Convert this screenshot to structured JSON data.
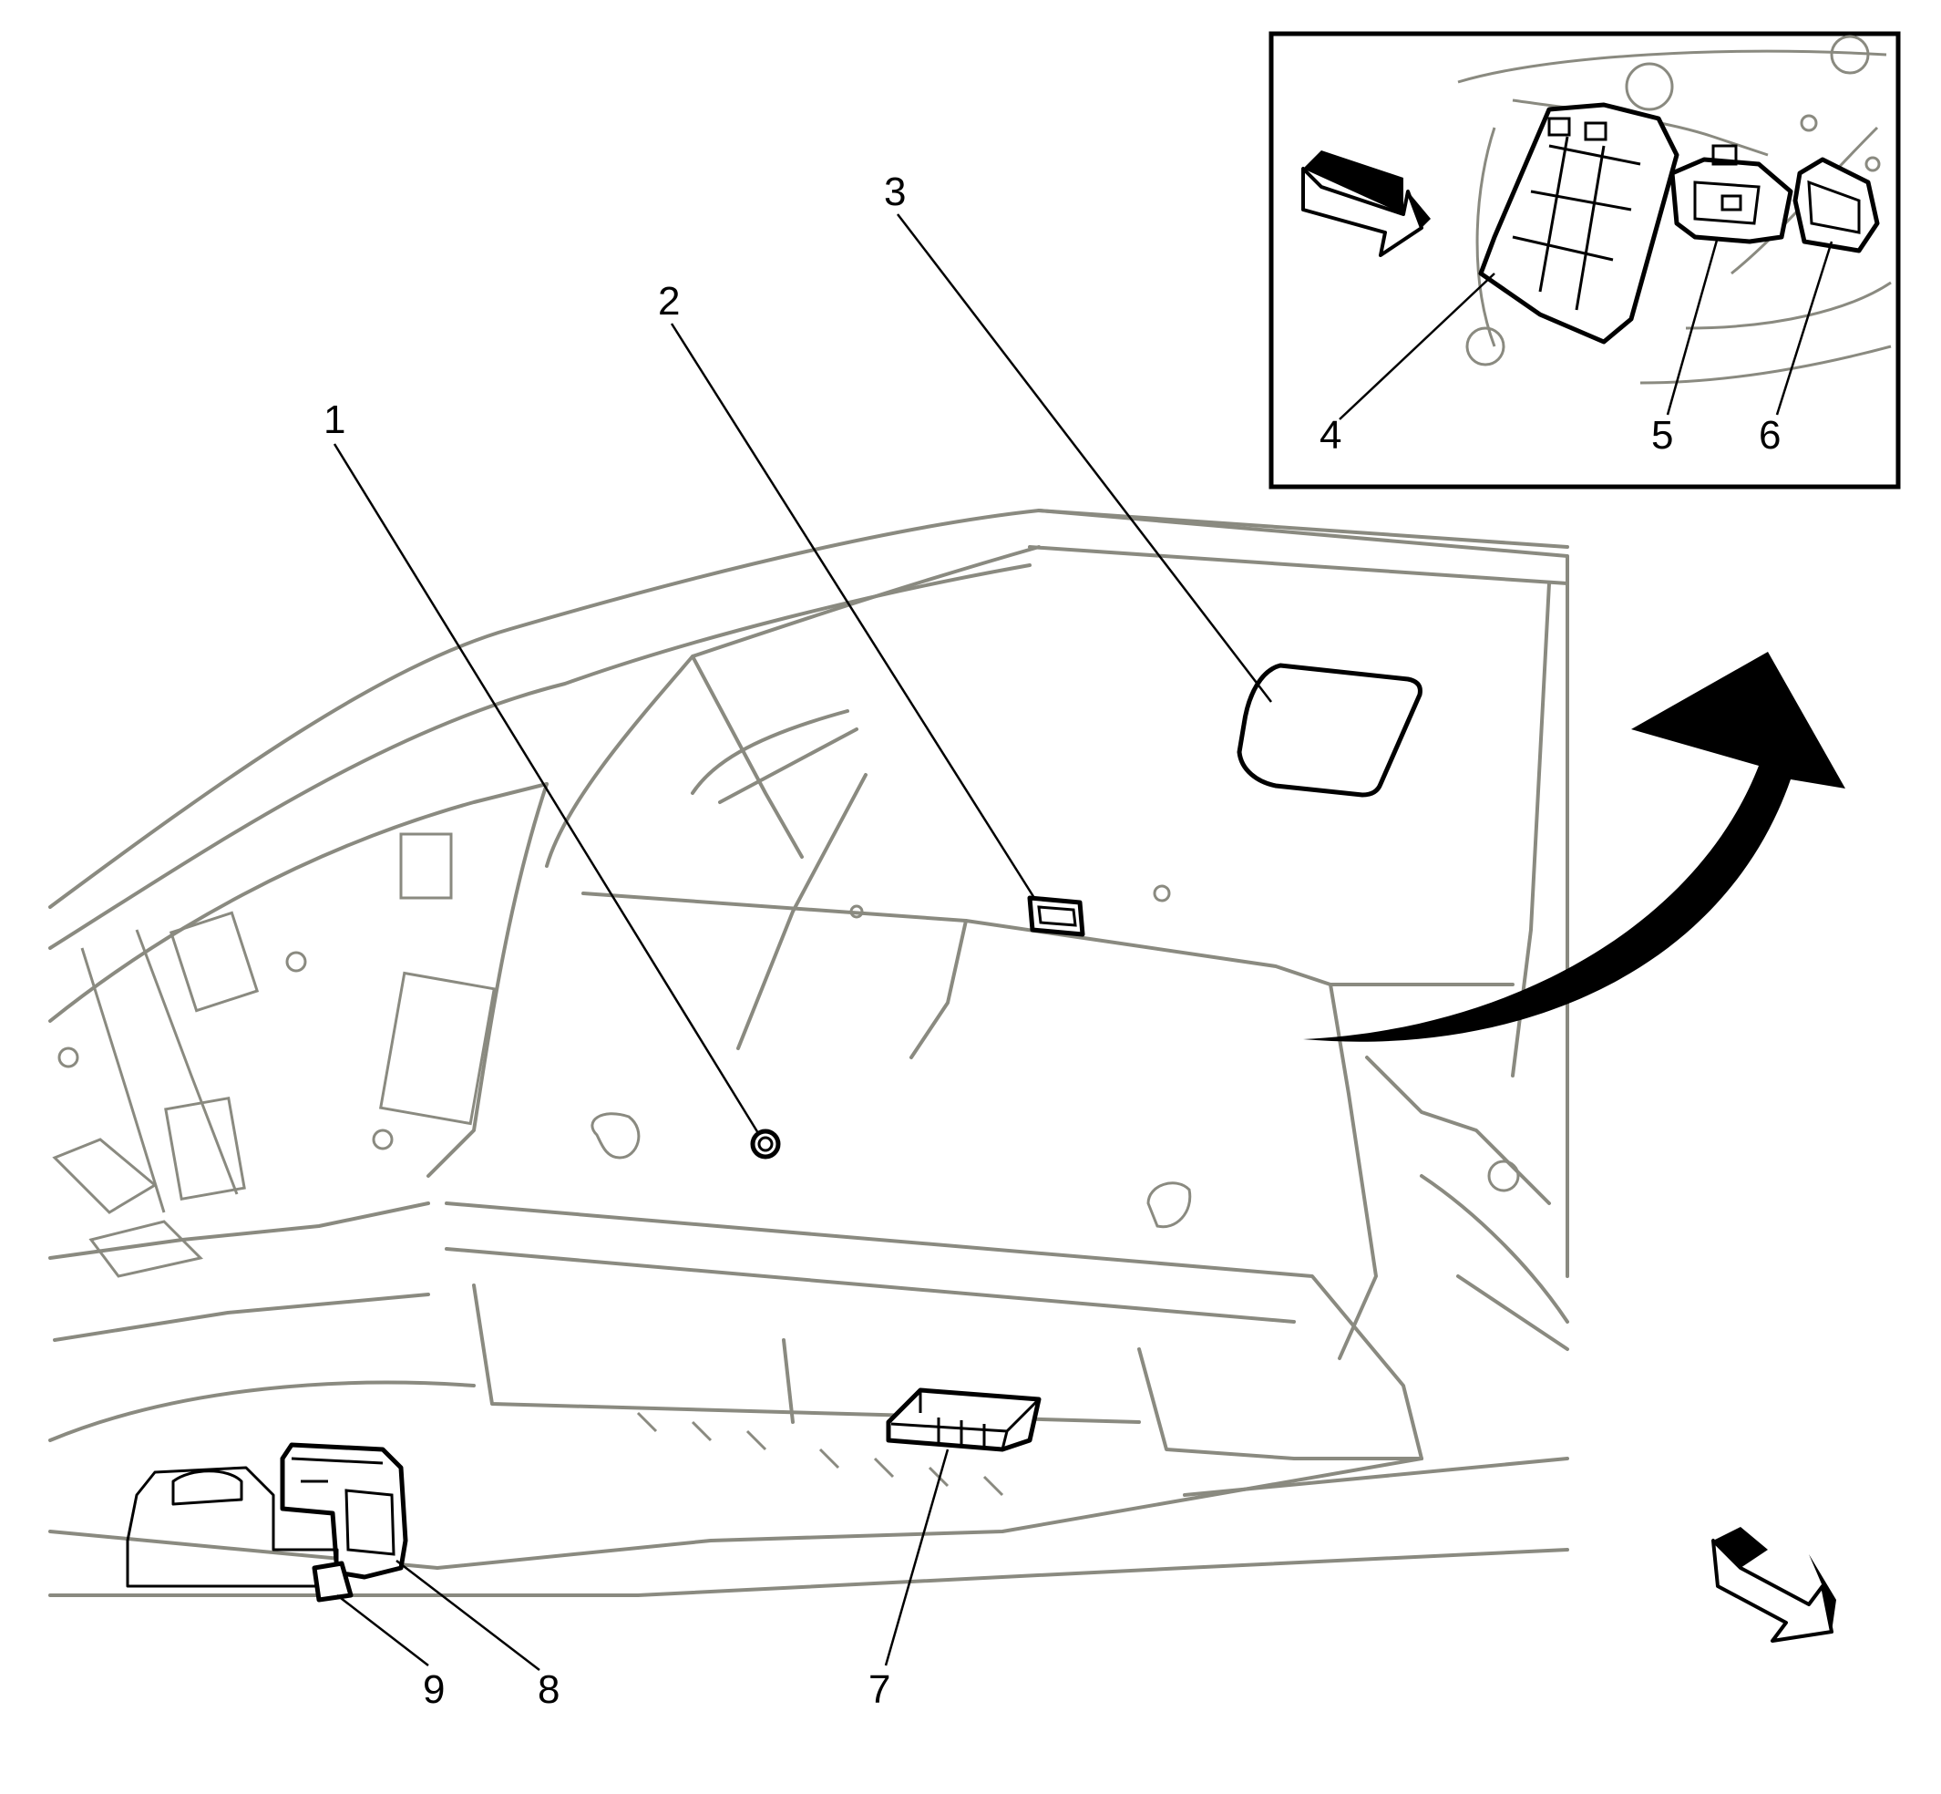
{
  "callouts": {
    "c1": "1",
    "c2": "2",
    "c3": "3",
    "c4": "4",
    "c5": "5",
    "c6": "6",
    "c7": "7",
    "c8": "8",
    "c9": "9"
  },
  "colors": {
    "body_outline": "#8a8a80",
    "highlight_outline": "#000000",
    "background": "#ffffff"
  },
  "icons": {
    "view_arrow": "direction-arrow-icon",
    "rotation_arrow": "curved-arrow-icon"
  }
}
